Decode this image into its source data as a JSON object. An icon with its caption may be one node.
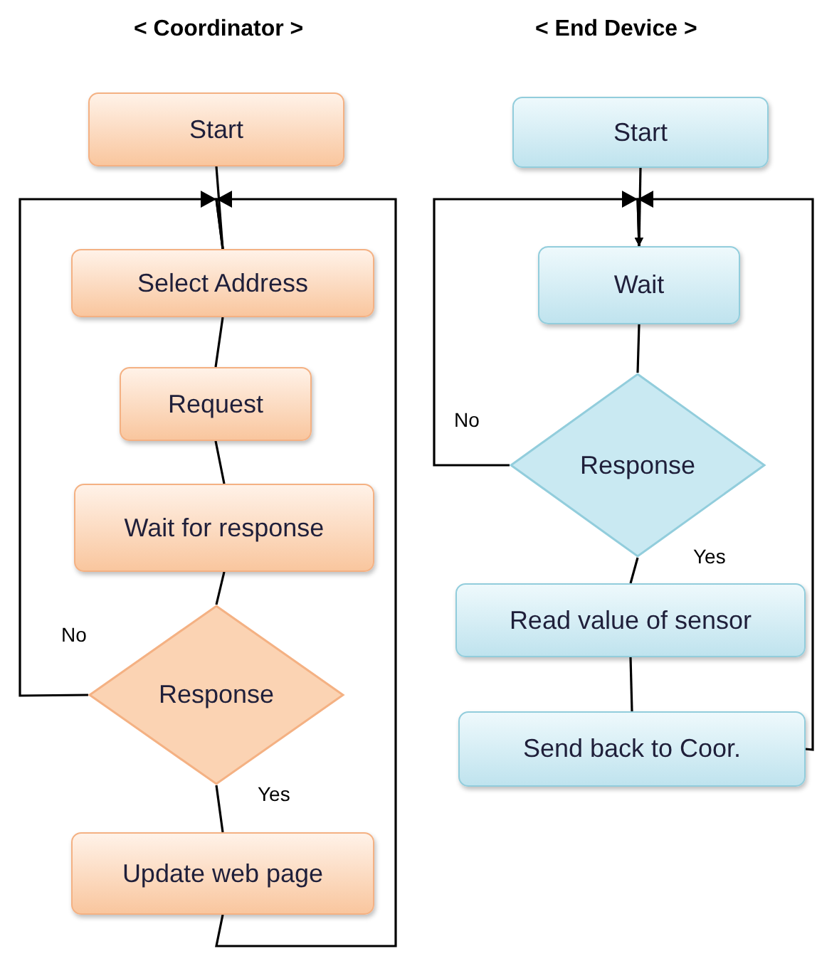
{
  "diagram": {
    "nodes": [
      {
        "text": [
          "Start"
        ]
      },
      {
        "text": [
          "Select Address"
        ]
      },
      {
        "text": [
          "Request"
        ]
      },
      {
        "text": [
          "Wait for response"
        ]
      },
      {
        "text": [
          "Response"
        ]
      },
      {
        "text": [
          "Update web page"
        ]
      },
      {
        "text": [
          "Start"
        ]
      },
      {
        "text": [
          "Wait"
        ]
      },
      {
        "text": [
          "Response"
        ]
      },
      {
        "text": [
          "Read value of sensor"
        ]
      },
      {
        "text": [
          "Send back to Coor."
        ]
      }
    ],
    "edges": [
      {
        "from": 0,
        "to": 1,
        "arrow": "none"
      },
      {
        "from": 1,
        "to": 2,
        "arrow": "none"
      },
      {
        "from": 2,
        "to": 3,
        "arrow": "none"
      },
      {
        "from": 3,
        "to": 4,
        "arrow": "none"
      },
      {
        "from": 4,
        "to": 5,
        "arrow": "none",
        "label": "Yes"
      },
      {
        "from": 4,
        "to": 1,
        "arrow": "to",
        "label": "No"
      },
      {
        "from": 5,
        "to": 1,
        "arrow": "to"
      },
      {
        "from": 6,
        "to": 7,
        "arrow": "to"
      },
      {
        "from": 7,
        "to": 8,
        "arrow": "none"
      },
      {
        "from": 8,
        "to": 9,
        "arrow": "none",
        "label": "Yes"
      },
      {
        "from": 9,
        "to": 10,
        "arrow": "none"
      },
      {
        "from": 8,
        "to": 7,
        "arrow": "to",
        "label": "No"
      },
      {
        "from": 10,
        "to": 7,
        "arrow": "to"
      }
    ],
    "labels": [
      "< Coordinator >",
      "< End Device >"
    ]
  }
}
